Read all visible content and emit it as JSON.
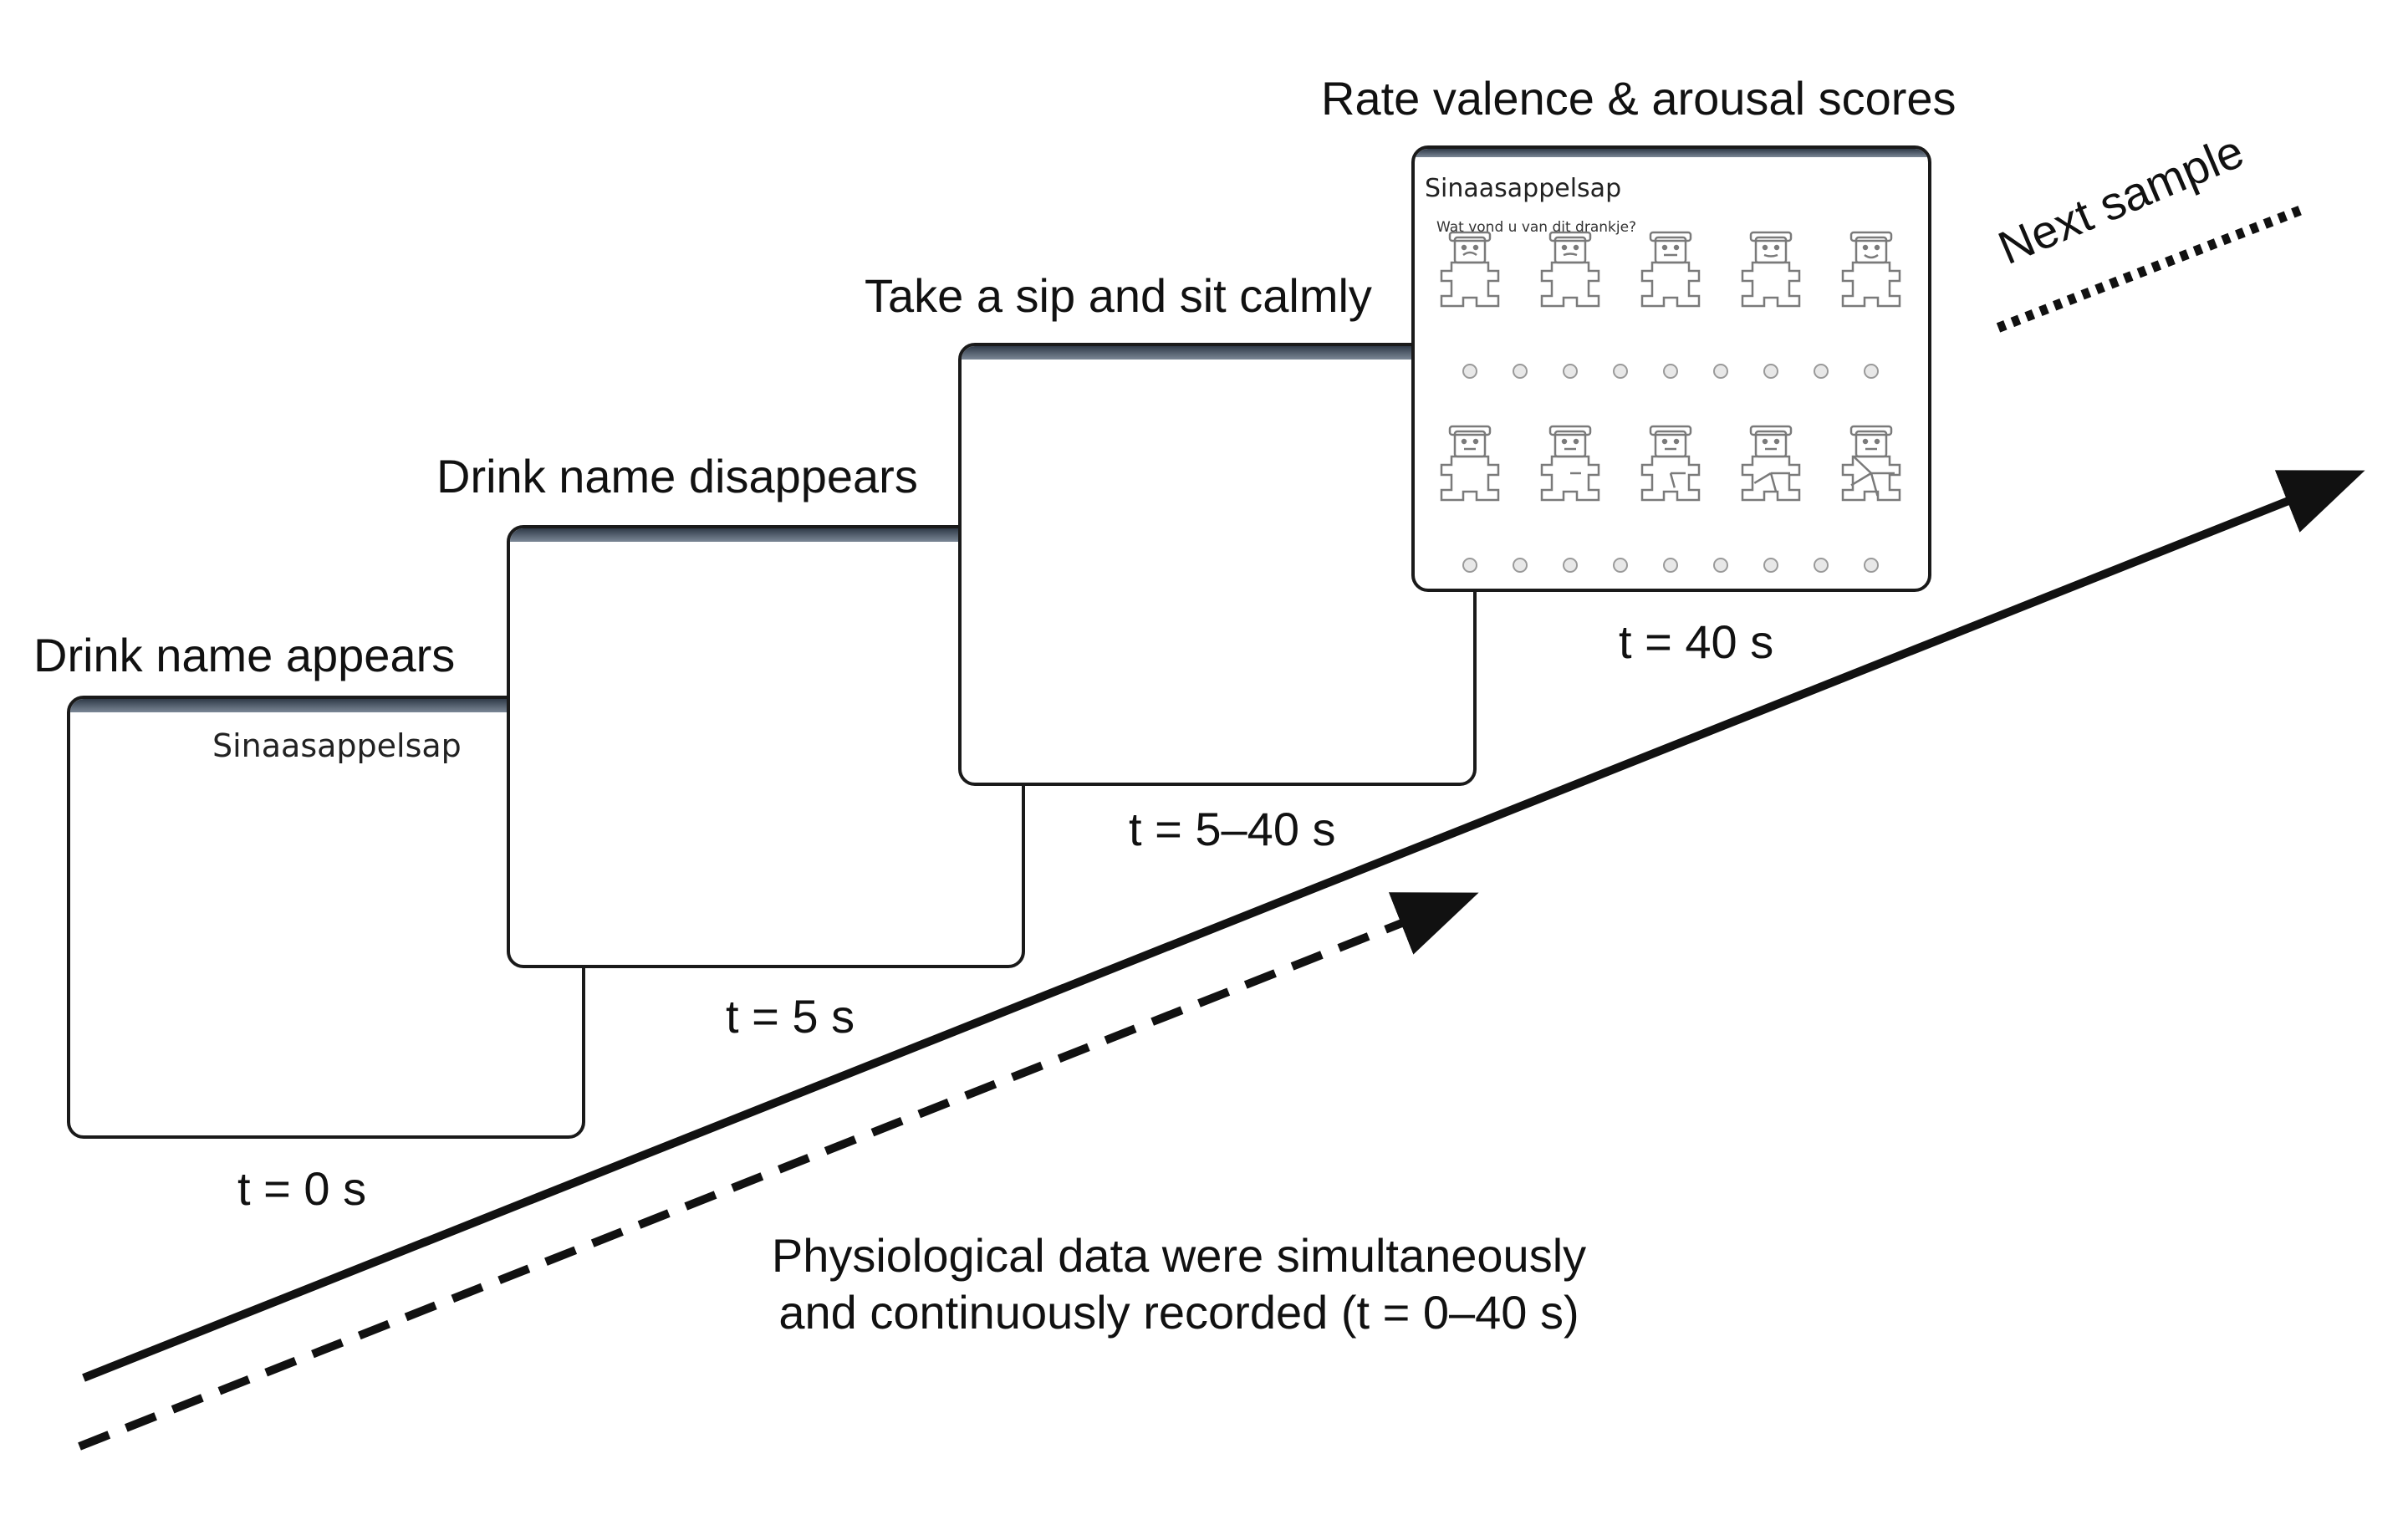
{
  "steps": [
    {
      "label": "Drink name appears",
      "time": "t = 0 s",
      "screen_text": "Sinaasappelsap"
    },
    {
      "label": "Drink name disappears",
      "time": "t = 5 s"
    },
    {
      "label": "Take a sip and sit calmly",
      "time": "t = 5–40 s"
    },
    {
      "label": "Rate valence & arousal scores",
      "time": "t = 40 s",
      "screen_title": "Sinaasappelsap",
      "screen_question": "Wat vond u van dit drankje?"
    }
  ],
  "next_sample": "Next sample",
  "caption": {
    "line1": "Physiological data were simultaneously",
    "line2": "and continuously recorded (t = 0–40 s)"
  },
  "sam": {
    "rows": [
      "valence",
      "arousal"
    ],
    "figures_per_row": 5,
    "scale_points_per_row": 9
  }
}
